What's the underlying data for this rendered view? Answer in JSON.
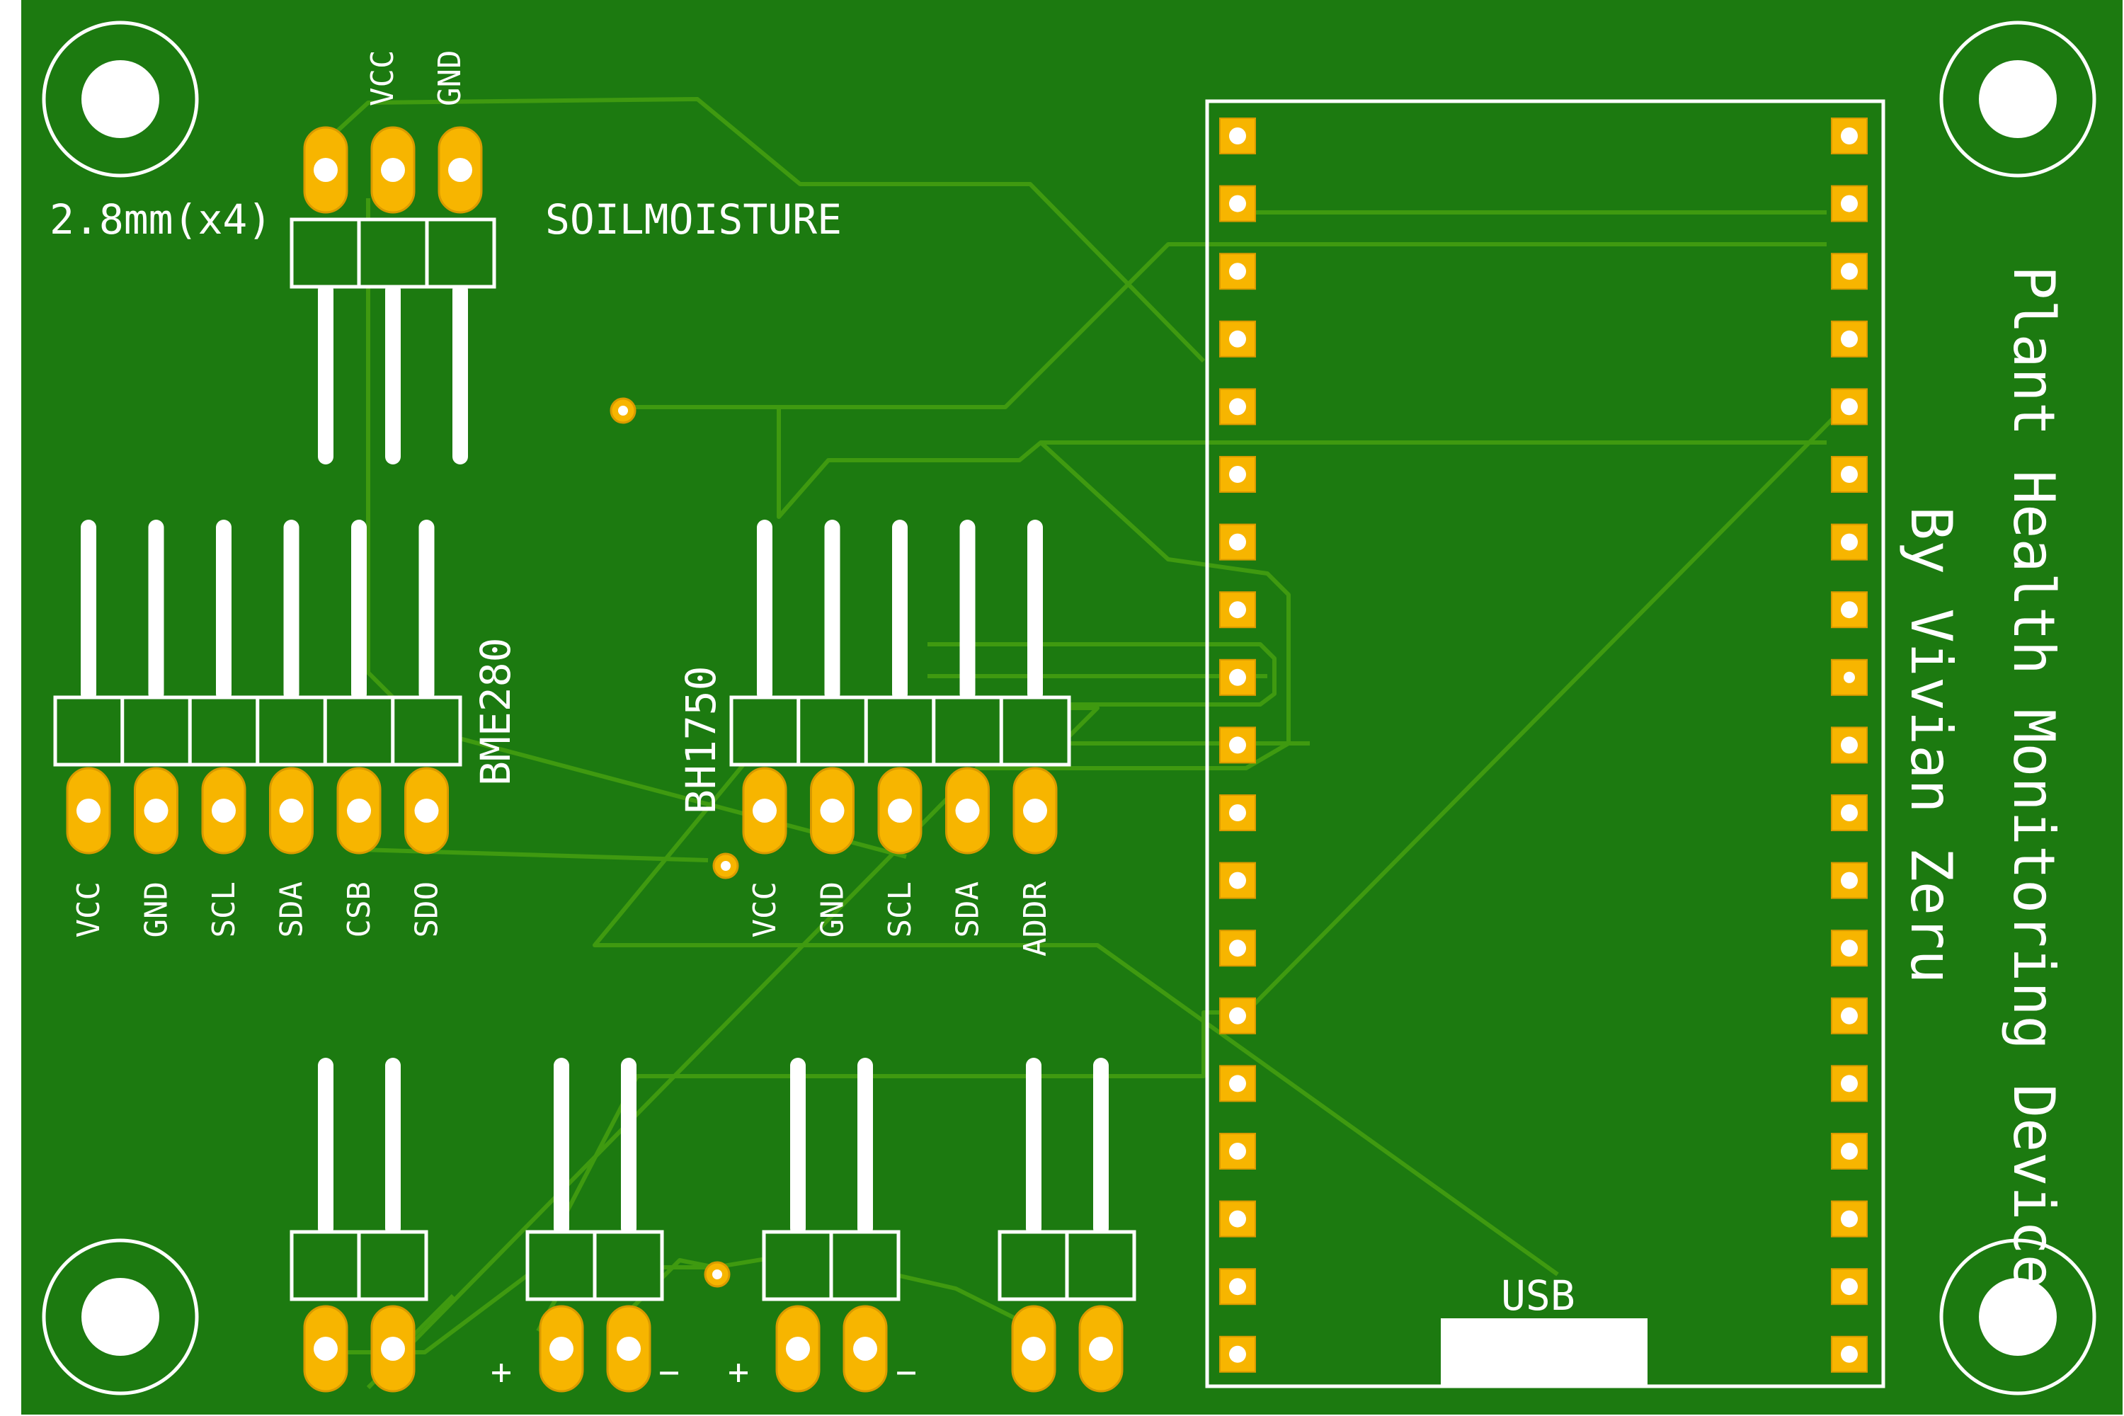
{
  "board": {
    "title": "Plant Health Monitoring Device",
    "author": "By Vivian Zeru",
    "hole_note": "2.8mm(x4)",
    "colors": {
      "substrate": "#1c7a10",
      "trace": "#3f9a10",
      "silkscreen": "#ffffff",
      "pad": "#f7b500",
      "pad_edge": "#d99a00"
    }
  },
  "headers": {
    "soil": {
      "name": "SOILMOISTURE",
      "pins": [
        "VCC",
        "GND"
      ]
    },
    "bme280": {
      "name": "BME280",
      "pins": [
        "VCC",
        "GND",
        "SCL",
        "SDA",
        "CSB",
        "SDO"
      ]
    },
    "bh1750": {
      "name": "BH1750",
      "pins": [
        "VCC",
        "GND",
        "SCL",
        "SDA",
        "ADDR"
      ]
    },
    "power": {
      "plus": "+",
      "minus": "−"
    }
  },
  "mcu": {
    "usb_label": "USB",
    "pins_per_side": 19
  }
}
